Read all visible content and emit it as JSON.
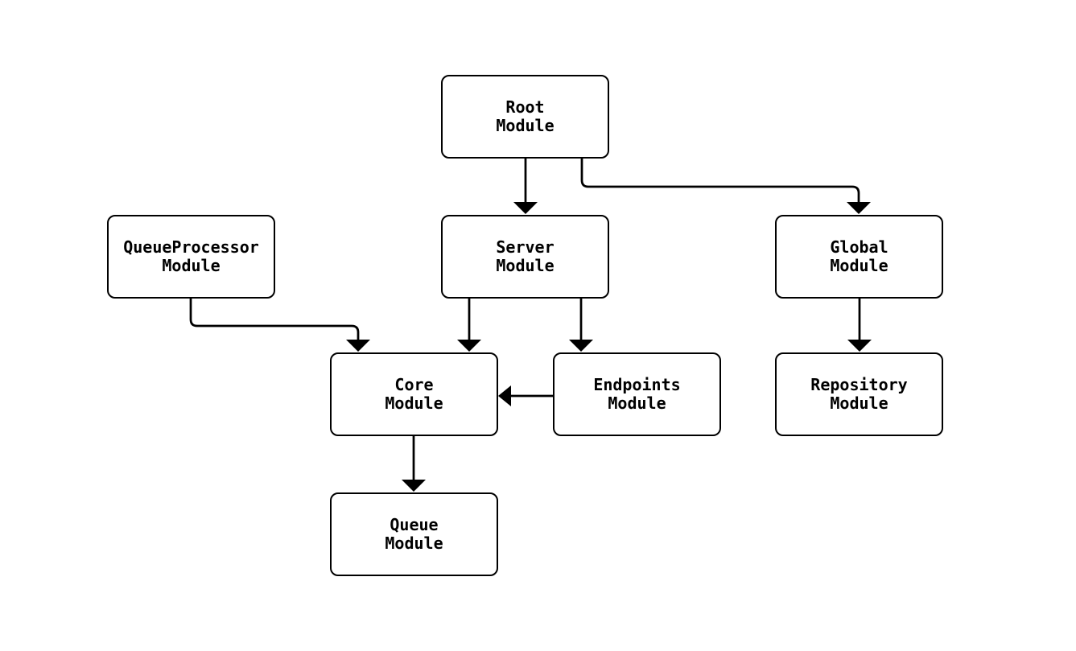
{
  "diagram": {
    "type": "module-dependency-flowchart",
    "background_color": "#ffffff",
    "node_fill_color": "#ffffff",
    "stroke_color": "#000000",
    "text_color": "#000000",
    "nodes": [
      {
        "id": "root",
        "line1": "Root",
        "line2": "Module"
      },
      {
        "id": "queueprocessor",
        "line1": "QueueProcessor",
        "line2": "Module"
      },
      {
        "id": "server",
        "line1": "Server",
        "line2": "Module"
      },
      {
        "id": "global",
        "line1": "Global",
        "line2": "Module"
      },
      {
        "id": "core",
        "line1": "Core",
        "line2": "Module"
      },
      {
        "id": "endpoints",
        "line1": "Endpoints",
        "line2": "Module"
      },
      {
        "id": "repository",
        "line1": "Repository",
        "line2": "Module"
      },
      {
        "id": "queue",
        "line1": "Queue",
        "line2": "Module"
      }
    ],
    "edges": [
      {
        "from": "Root Module",
        "to": "Server Module"
      },
      {
        "from": "Root Module",
        "to": "Global Module"
      },
      {
        "from": "QueueProcessor Module",
        "to": "Core Module"
      },
      {
        "from": "Server Module",
        "to": "Core Module"
      },
      {
        "from": "Server Module",
        "to": "Endpoints Module"
      },
      {
        "from": "Endpoints Module",
        "to": "Core Module"
      },
      {
        "from": "Global Module",
        "to": "Repository Module"
      },
      {
        "from": "Core Module",
        "to": "Queue Module"
      }
    ]
  }
}
